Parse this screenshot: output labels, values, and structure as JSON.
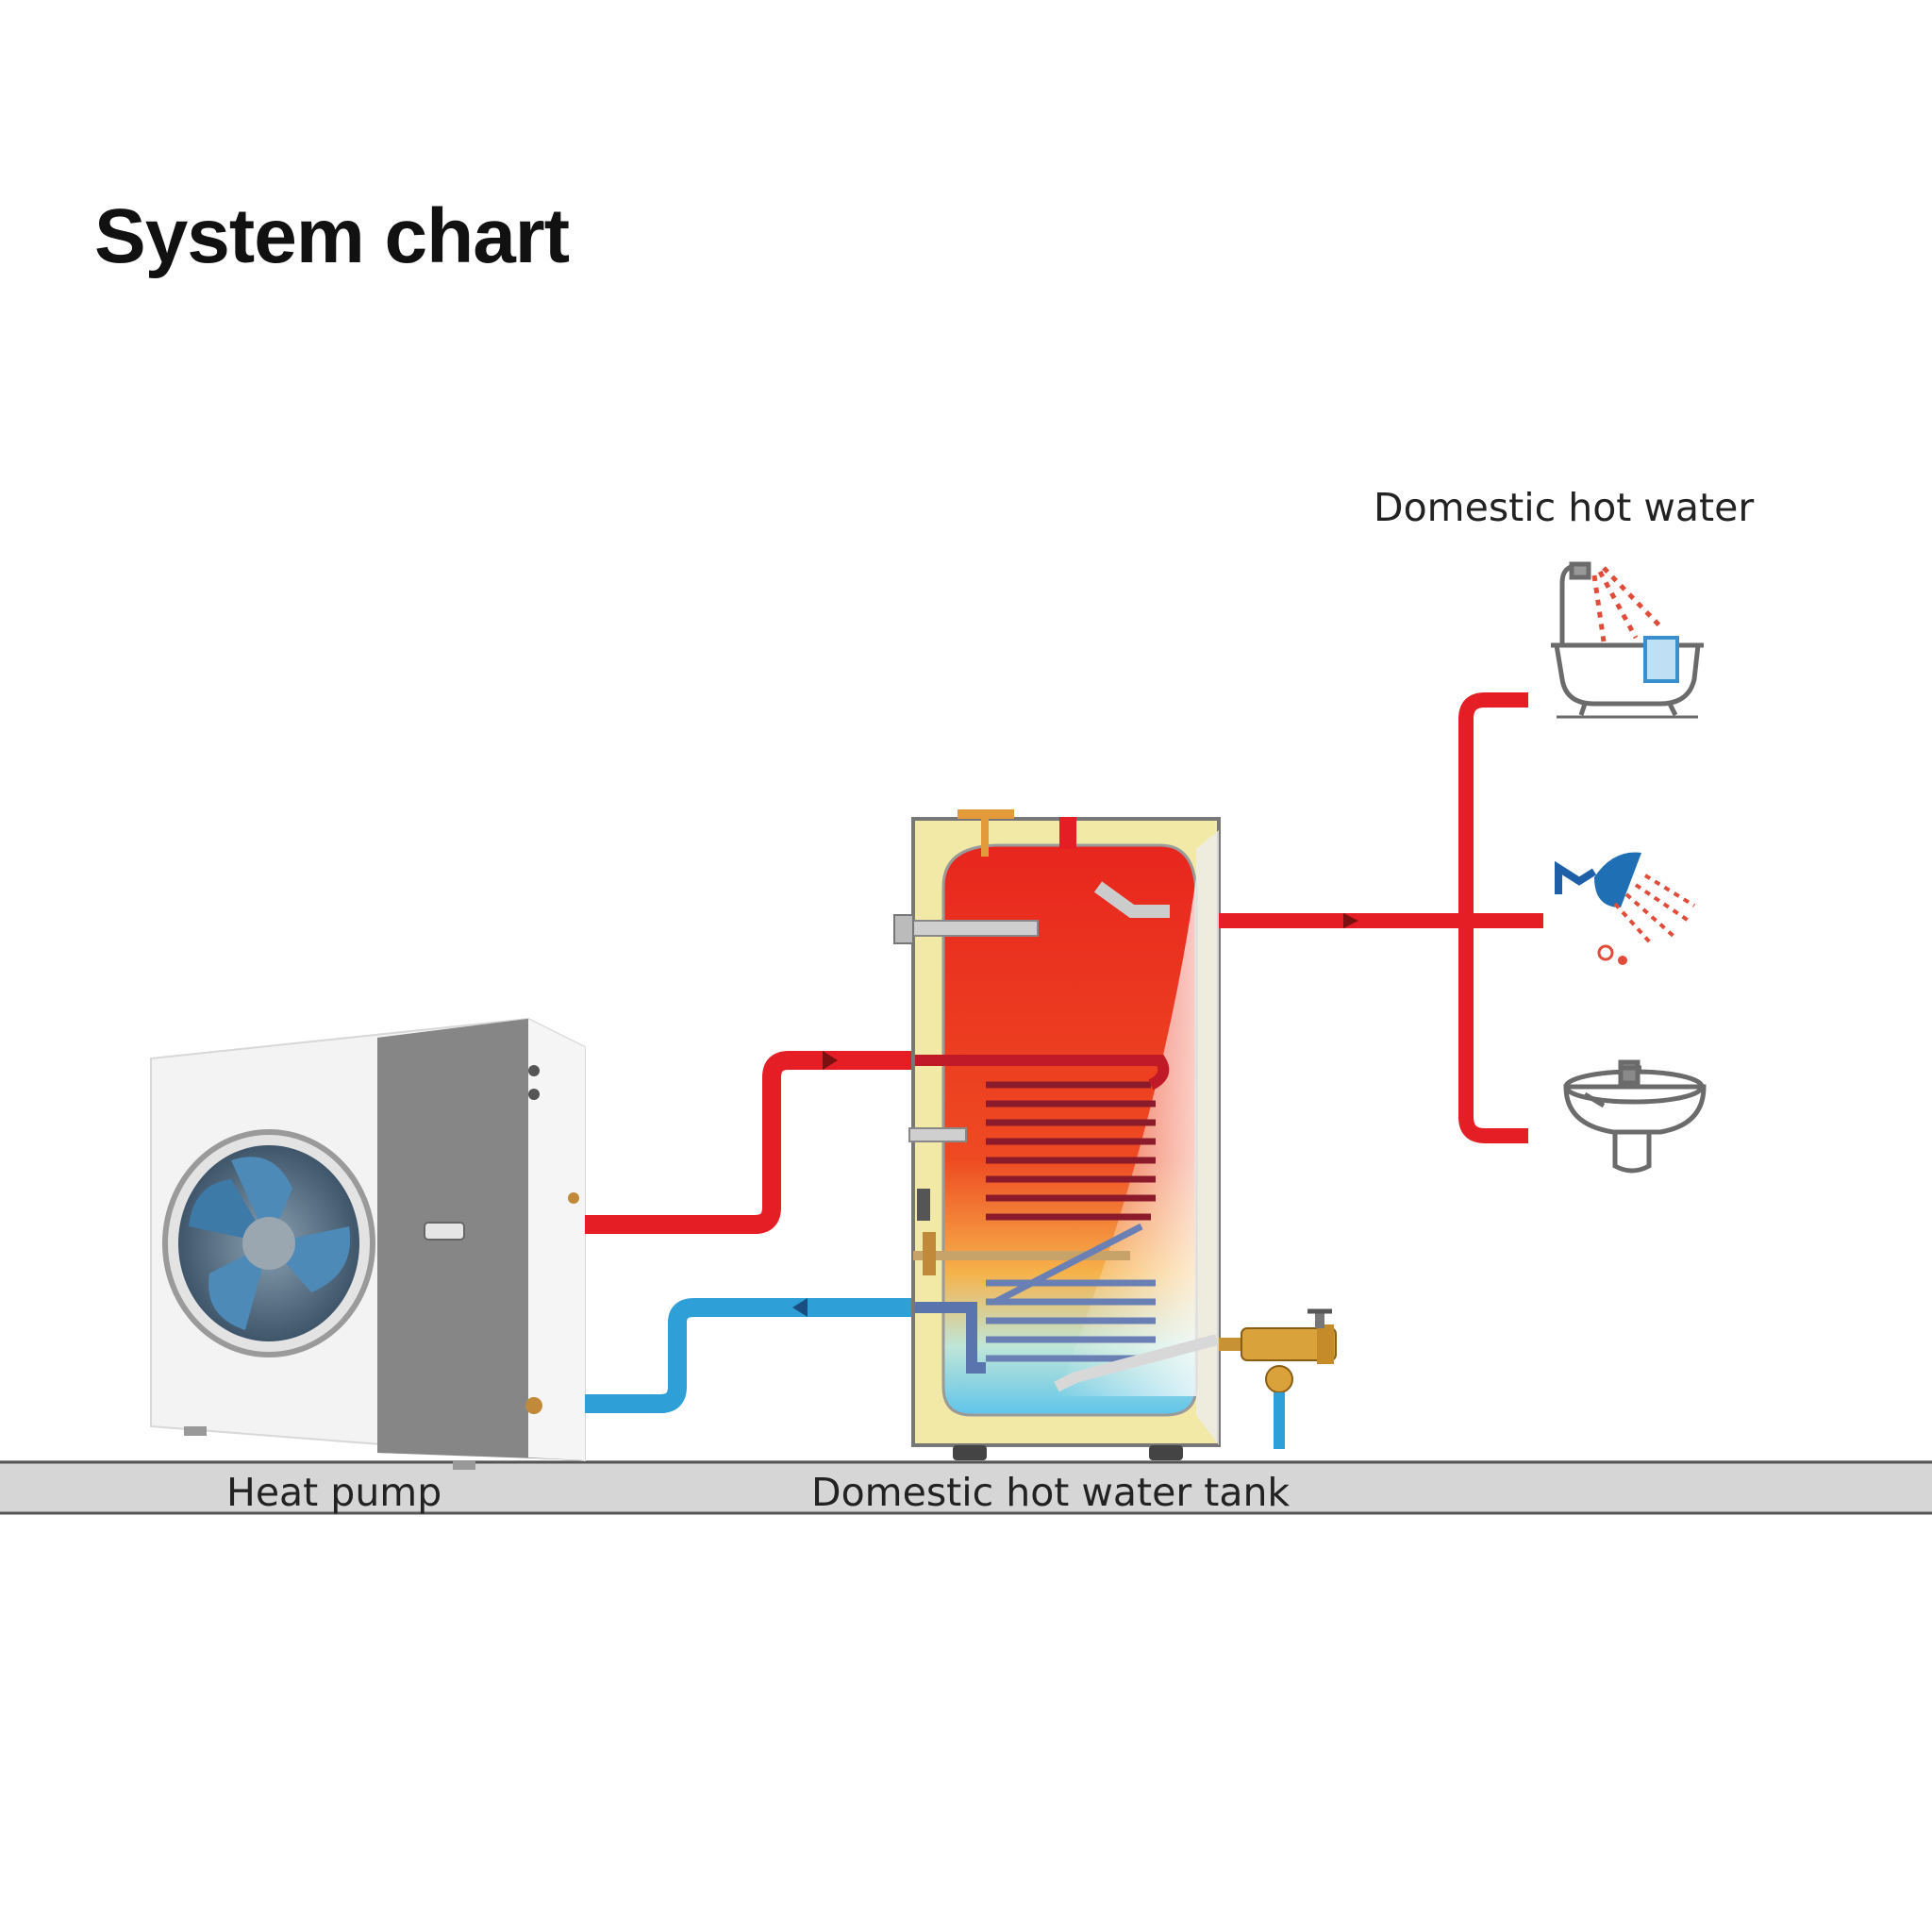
{
  "title": "System chart",
  "labels": {
    "heat_pump": "Heat pump",
    "tank": "Domestic hot water tank",
    "domestic_hot_water": "Domestic hot water"
  },
  "colors": {
    "hot_pipe": "#e51e25",
    "cold_pipe": "#2f9fd8",
    "tank_casing": "#f3e9a6",
    "tank_inner": "#e8261e",
    "floor": "#cfcfcf"
  },
  "icons": [
    "bathtub-icon",
    "shower-icon",
    "washbasin-icon"
  ]
}
